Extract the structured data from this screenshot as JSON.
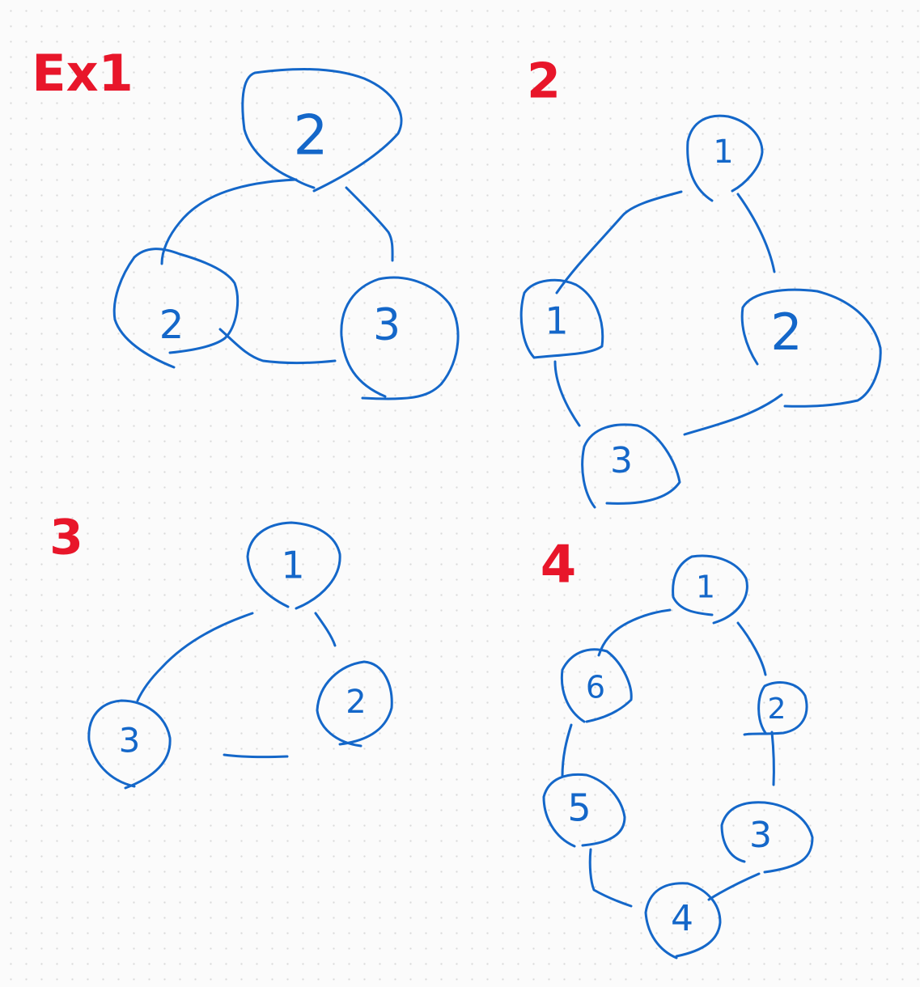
{
  "ink_colors": {
    "node": "#1467c9",
    "label": "#e8162a"
  },
  "examples": [
    {
      "label": "Ex1",
      "nodes": [
        "2",
        "2",
        "3"
      ]
    },
    {
      "label": "2",
      "nodes": [
        "1",
        "1",
        "2",
        "3"
      ]
    },
    {
      "label": "3",
      "nodes": [
        "1",
        "3",
        "2"
      ]
    },
    {
      "label": "4",
      "nodes": [
        "1",
        "6",
        "2",
        "5",
        "3",
        "4"
      ]
    }
  ]
}
